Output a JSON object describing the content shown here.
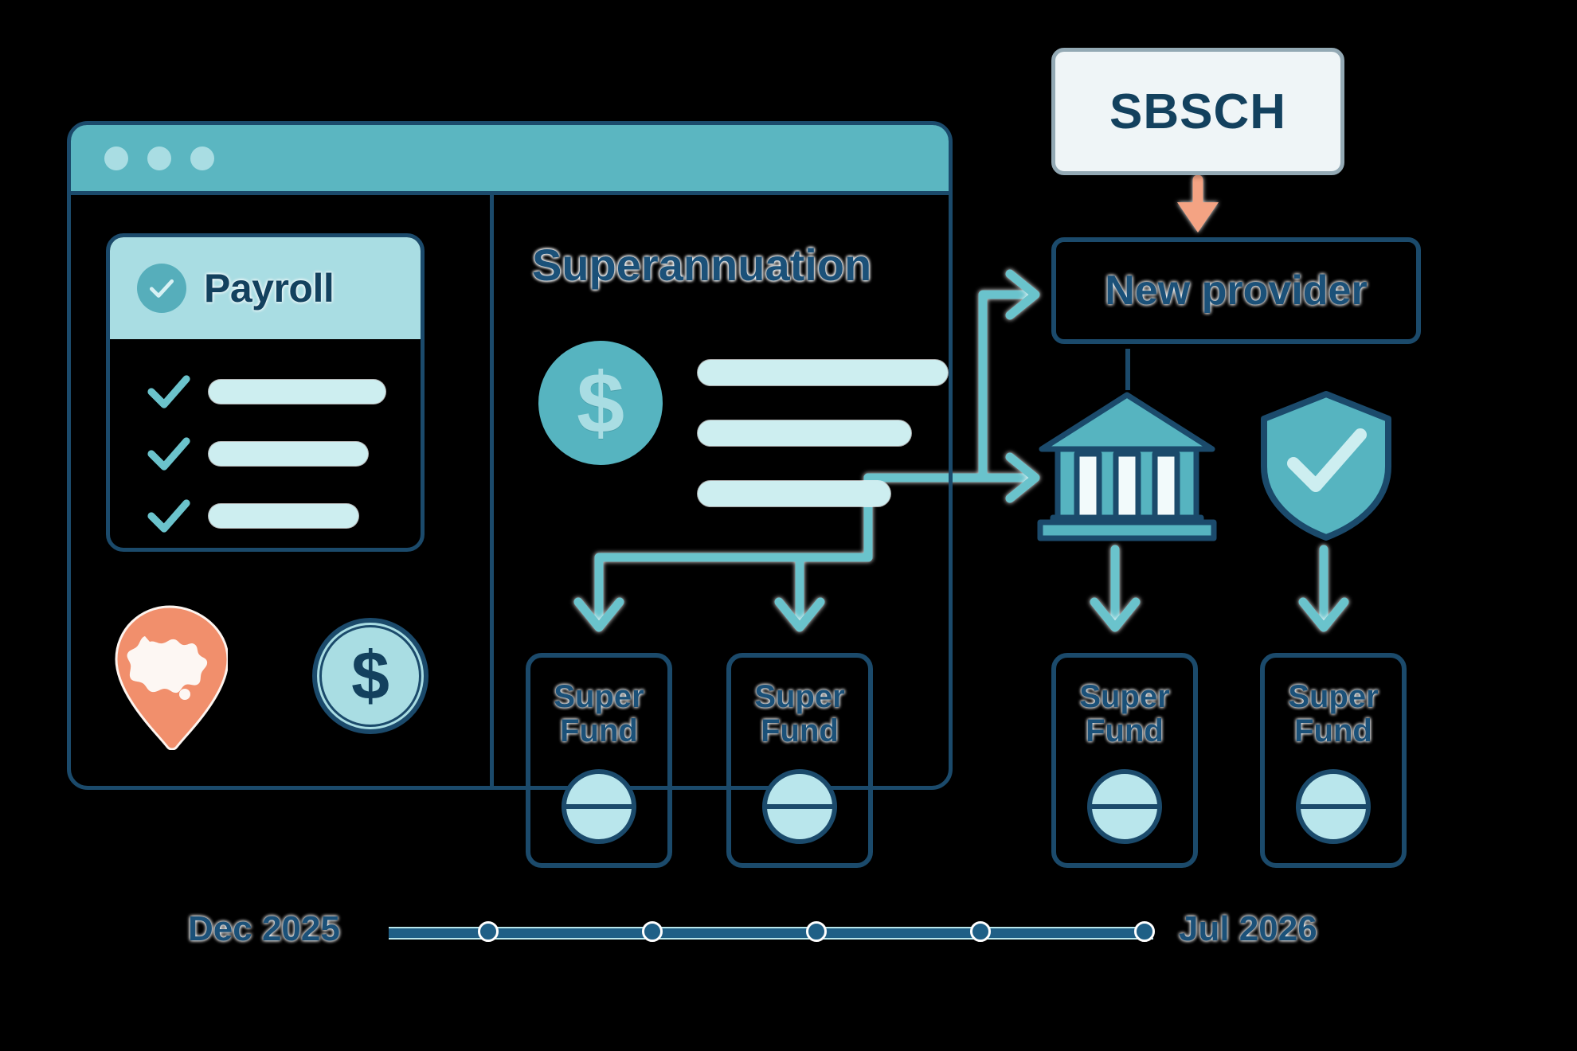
{
  "browser": {
    "window_dots": [
      "dot-1",
      "dot-2",
      "dot-3"
    ],
    "payroll_card": {
      "title": "Payroll",
      "check_icon": "check-circle-icon",
      "checklist": [
        {
          "icon": "check-icon",
          "value": ""
        },
        {
          "icon": "check-icon",
          "value": ""
        },
        {
          "icon": "check-icon",
          "value": ""
        }
      ]
    },
    "left_icons": [
      {
        "name": "australia-map-pin-icon",
        "color": "#f18f6c"
      },
      {
        "name": "dollar-coin-icon",
        "symbol": "$",
        "color": "#a9dde3"
      }
    ],
    "super_panel": {
      "title": "Superannuation",
      "coin_symbol": "$",
      "coin_icon": "dollar-coin-icon",
      "placeholder_bars": [
        "",
        "",
        ""
      ]
    }
  },
  "funds": {
    "label_line1": "Super",
    "label_line2": "Fund",
    "boxes": [
      {
        "id": "fund-1",
        "label": "Super Fund"
      },
      {
        "id": "fund-2",
        "label": "Super Fund"
      },
      {
        "id": "fund-3",
        "label": "Super Fund"
      },
      {
        "id": "fund-4",
        "label": "Super Fund"
      }
    ]
  },
  "clearing_house": {
    "label": "SBSCH"
  },
  "provider": {
    "label": "New provider"
  },
  "right_icons": [
    {
      "name": "bank-icon",
      "color": "#56b4c0"
    },
    {
      "name": "shield-check-icon",
      "color": "#56b4c0"
    }
  ],
  "timeline": {
    "start_label": "Dec 2025",
    "end_label": "Jul 2026",
    "milestones": [
      "",
      "",
      "",
      "",
      ""
    ]
  },
  "colors": {
    "teal": "#56b4c0",
    "light_teal": "#a9dde3",
    "pale_teal": "#cdeef0",
    "navy": "#1b4a6b",
    "deep_navy": "#13415e",
    "text_blue": "#1b5179",
    "orange": "#f18f6c",
    "panel_grey": "#eff5f7"
  }
}
